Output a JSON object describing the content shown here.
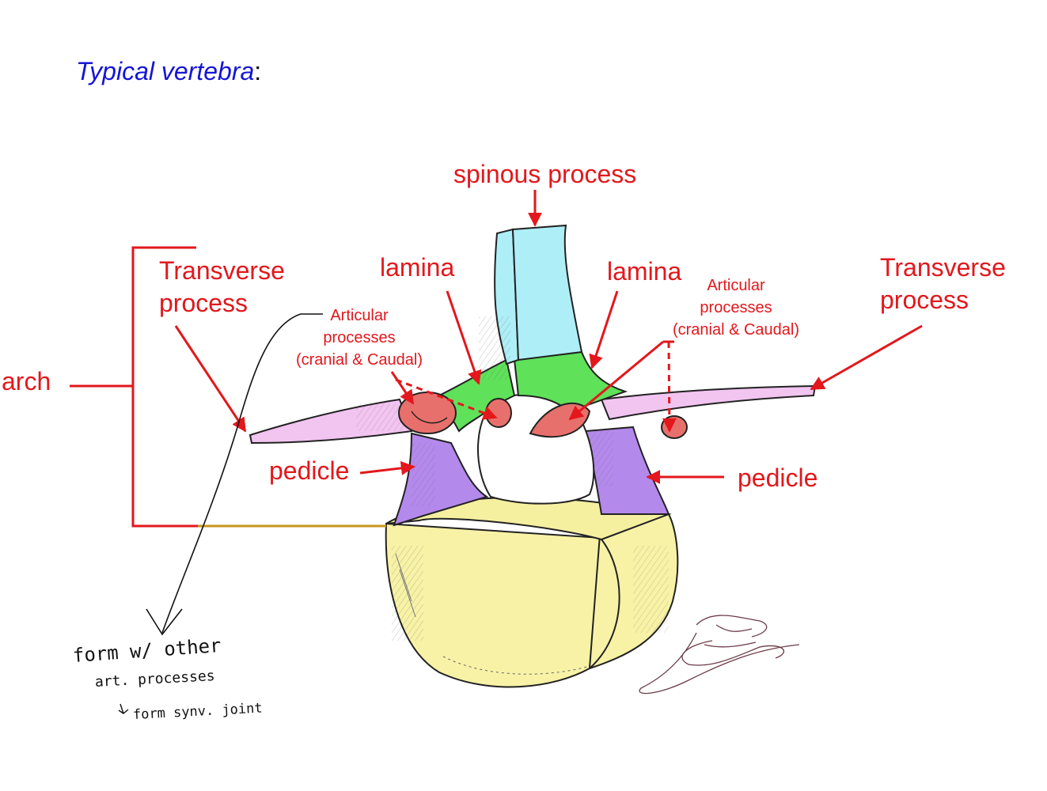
{
  "title": {
    "italic": "Typical vertebra",
    "suffix": ":"
  },
  "labels": {
    "spinous_process": "spinous process",
    "transverse_left_line1": "Transverse",
    "transverse_left_line2": "process",
    "transverse_right_line1": "Transverse",
    "transverse_right_line2": "process",
    "lamina_left": "lamina",
    "lamina_right": "lamina",
    "articular_left": [
      "Articular",
      "processes",
      "(cranial & Caudal)"
    ],
    "articular_right": [
      "Articular",
      "processes",
      "(cranial & Caudal)"
    ],
    "arch": "arch",
    "pedicle_left": "pedicle",
    "pedicle_right": "pedicle"
  },
  "handwritten_note": {
    "line1": "form w/ other",
    "line2": "art. processes",
    "line3": "form synv. joint"
  },
  "colors": {
    "label_red": "#e3171c",
    "title_blue": "#1515d6",
    "spinous": "#aeeef7",
    "lamina": "#5fe15a",
    "transverse": "#f2c4f0",
    "articular": "#e8706c",
    "pedicle": "#b489ec",
    "body": "#f7f2a6",
    "arch_bracket_tail": "#c8951e"
  },
  "signature": {
    "text": "Ismael Gonzalez"
  }
}
